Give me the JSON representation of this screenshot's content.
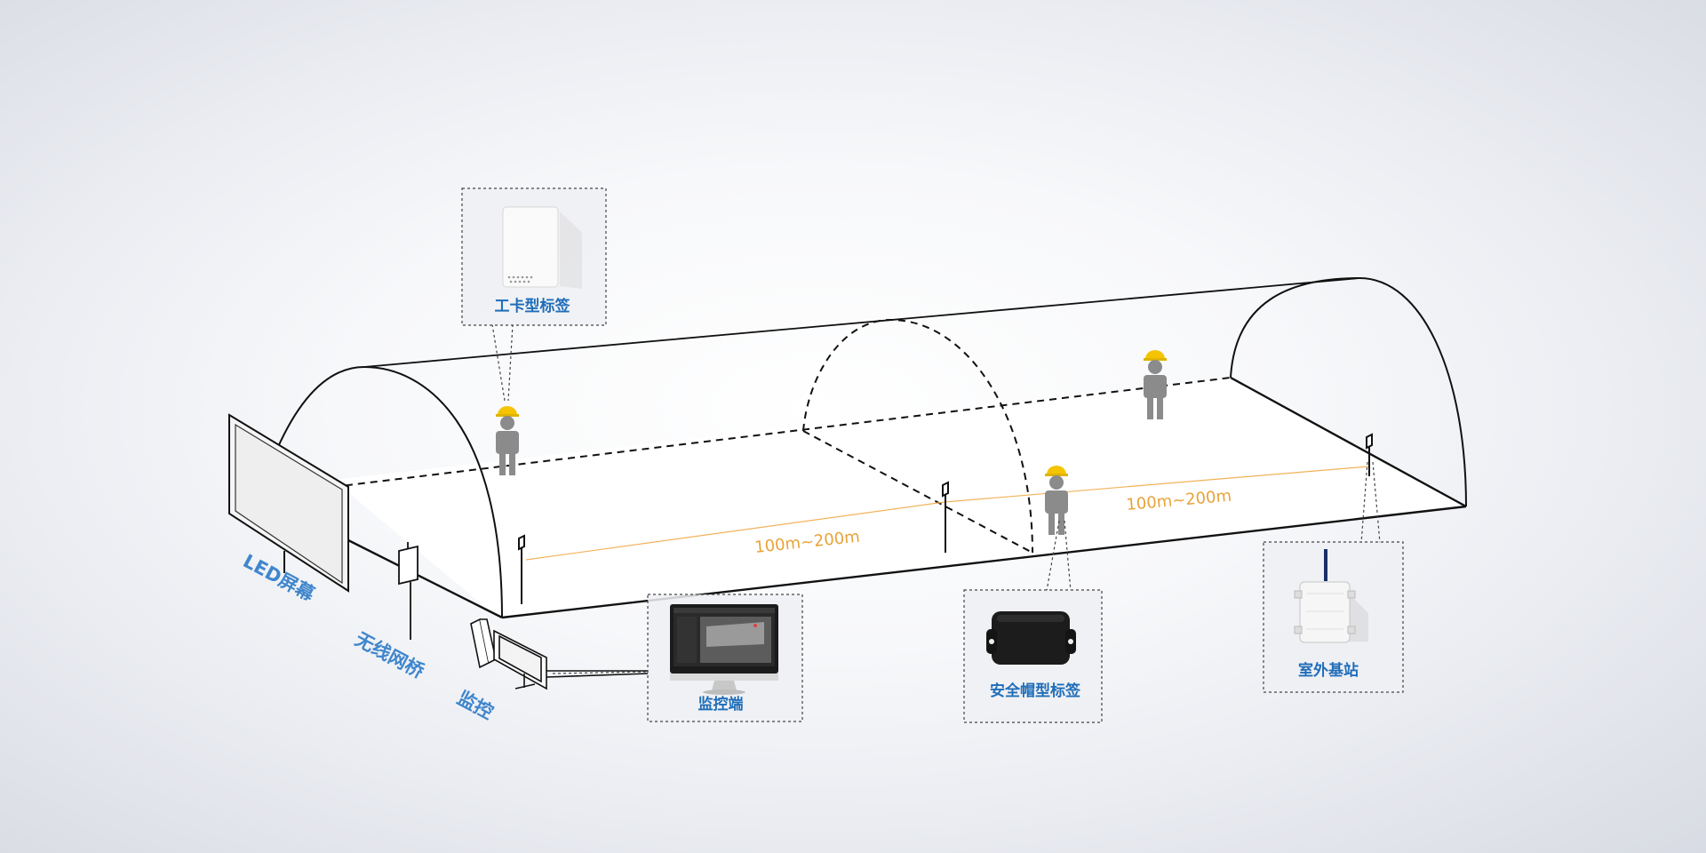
{
  "callouts": {
    "work_card_tag": "工卡型标签",
    "monitor_terminal": "监控端",
    "helmet_tag": "安全帽型标签",
    "outdoor_base_station": "室外基站"
  },
  "distances": {
    "segment_1": "100m~200m",
    "segment_2": "100m~200m"
  },
  "side_labels": {
    "led_screen": "LED屏幕",
    "wireless_bridge": "无线网桥",
    "monitoring": "监控"
  },
  "colors": {
    "label_blue": "#1f6db8",
    "side_label_blue": "#3f86cc",
    "distance_orange": "#e8a33a",
    "worker_gray": "#8b8b8b",
    "helmet_yellow": "#f5c400"
  }
}
